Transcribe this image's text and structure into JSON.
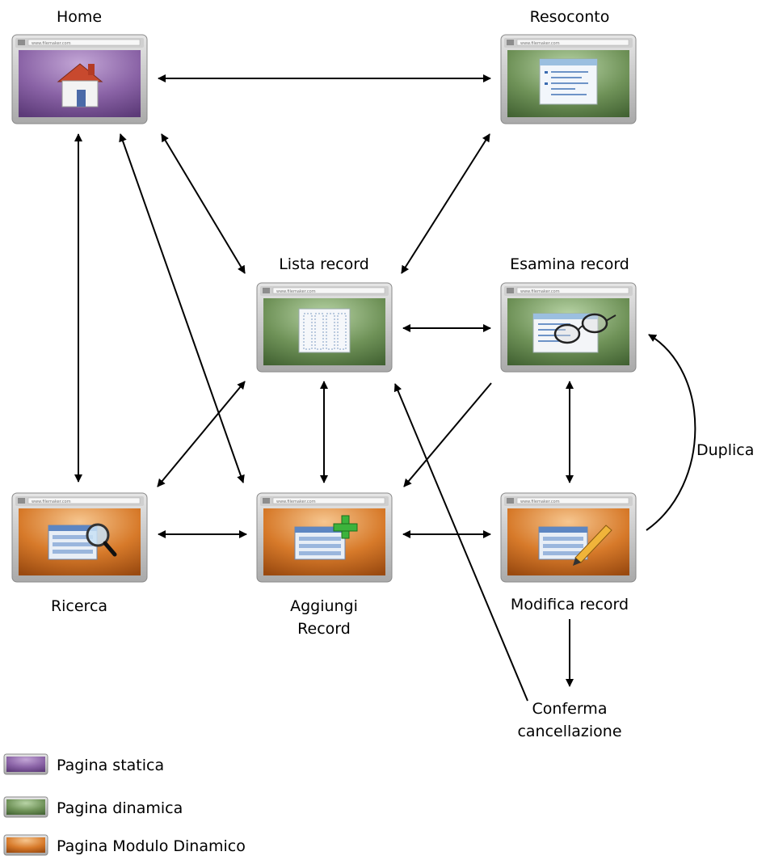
{
  "nodes": {
    "home": {
      "label": "Home",
      "kind": "static",
      "icon": "house-icon"
    },
    "resoconto": {
      "label": "Resoconto",
      "kind": "dynamic",
      "icon": "report-document-icon"
    },
    "lista": {
      "label": "Lista record",
      "kind": "dynamic",
      "icon": "table-list-icon"
    },
    "esamina": {
      "label": "Esamina record",
      "kind": "dynamic",
      "icon": "glasses-document-icon"
    },
    "ricerca": {
      "label": "Ricerca",
      "kind": "form",
      "icon": "magnifier-form-icon"
    },
    "aggiungi": {
      "label_line1": "Aggiungi",
      "label_line2": "Record",
      "kind": "form",
      "icon": "plus-form-icon"
    },
    "modifica": {
      "label": "Modifica record",
      "kind": "form",
      "icon": "pencil-form-icon"
    }
  },
  "url_bar_text": "www.filemaker.com",
  "annotations": {
    "duplica": "Duplica",
    "conferma_line1": "Conferma",
    "conferma_line2": "cancellazione"
  },
  "legend": [
    {
      "label": "Pagina statica",
      "kind": "static"
    },
    {
      "label": "Pagina dinamica",
      "kind": "dynamic"
    },
    {
      "label": "Pagina Modulo Dinamico",
      "kind": "form"
    }
  ],
  "colors": {
    "static": "#6f4a8c",
    "dynamic": "#5b7a4a",
    "form": "#c8661e",
    "arrow": "#000000"
  }
}
